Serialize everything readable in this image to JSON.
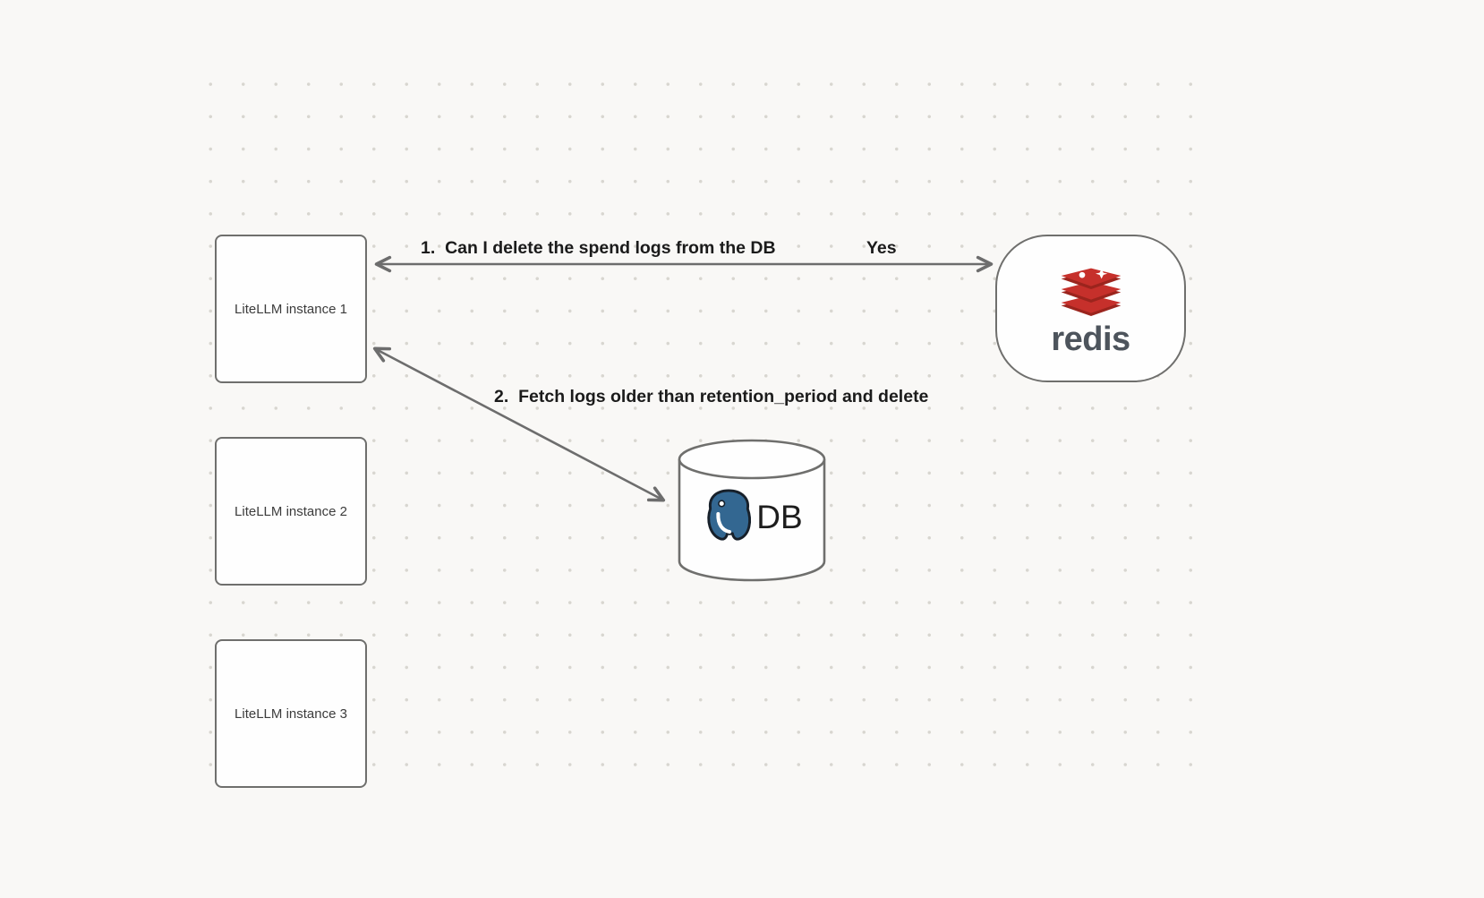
{
  "diagram": {
    "nodes": {
      "litellm1": {
        "label": "LiteLLM instance 1"
      },
      "litellm2": {
        "label": "LiteLLM instance 2"
      },
      "litellm3": {
        "label": "LiteLLM instance 3"
      },
      "redis": {
        "label": "redis",
        "icon": "redis-logo-icon"
      },
      "db": {
        "label": "DB",
        "icon": "postgresql-elephant-icon"
      }
    },
    "edges": {
      "edge1": {
        "label": "1.  Can I delete the spend logs from the DB",
        "response": "Yes"
      },
      "edge2": {
        "label": "2.  Fetch logs older than retention_period and delete"
      }
    },
    "colors": {
      "redis_red": "#c6302b",
      "redis_red_dark": "#9b241d",
      "postgres_blue": "#336791",
      "arrow_gray": "#6d6d6d",
      "background": "#f9f8f6"
    }
  }
}
